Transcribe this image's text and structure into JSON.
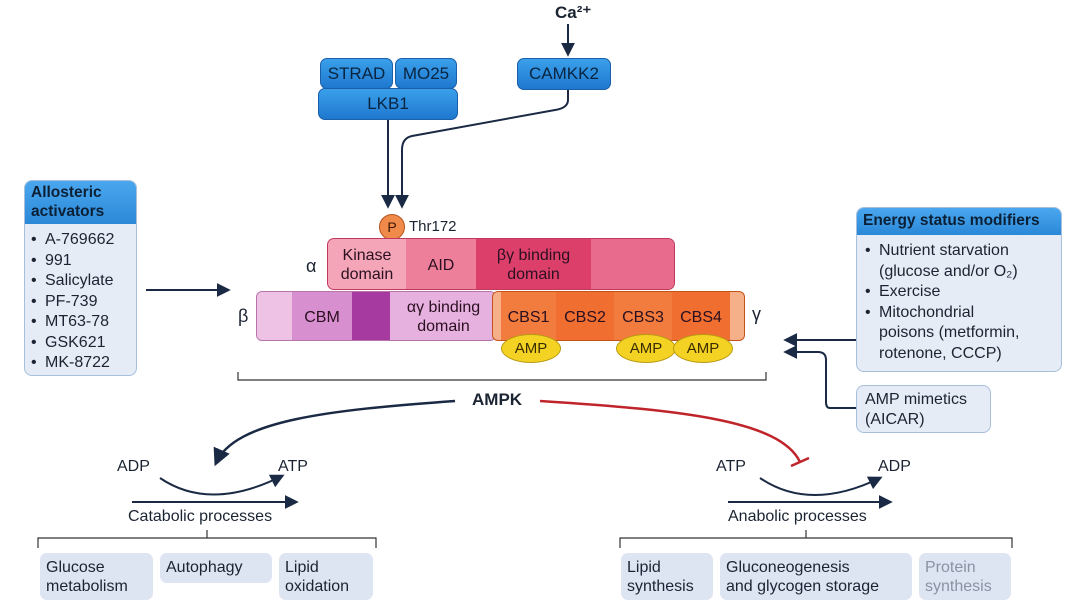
{
  "ca": {
    "label": "Ca²⁺"
  },
  "complex": {
    "strad": "STRAD",
    "mo25": "MO25",
    "lkb1": "LKB1",
    "camkk2": "CAMKK2"
  },
  "phospho": {
    "p": "P",
    "site": "Thr172"
  },
  "allosteric": {
    "title_line1": "Allosteric",
    "title_line2": "activators",
    "items": [
      "A-769662",
      "991",
      "Salicylate",
      "PF-739",
      "MT63-78",
      "GSK621",
      "MK-8722"
    ]
  },
  "energy": {
    "title": "Energy status modifiers",
    "items": [
      {
        "l1": "Nutrient starvation",
        "l2": "(glucose and/or O₂)"
      },
      {
        "l1": "Exercise",
        "l2": ""
      },
      {
        "l1": "Mitochondrial",
        "l2": "poisons (metformin,",
        "l3": "rotenone, CCCP)"
      }
    ]
  },
  "mimetics": {
    "line1": "AMP mimetics",
    "line2": "(AICAR)"
  },
  "subunits": {
    "alpha": "α",
    "beta": "β",
    "gamma": "γ"
  },
  "alpha_chain": {
    "kinase_l1": "Kinase",
    "kinase_l2": "domain",
    "aid": "AID",
    "by_l1": "βγ binding",
    "by_l2": "domain"
  },
  "beta_chain": {
    "cbm": "CBM",
    "ag_l1": "αγ binding",
    "ag_l2": "domain"
  },
  "gamma_chain": {
    "cbs": [
      "CBS1",
      "CBS2",
      "CBS3",
      "CBS4"
    ],
    "amp": "AMP"
  },
  "ampk": "AMPK",
  "catabolic": {
    "adp": "ADP",
    "atp": "ATP",
    "label": "Catabolic processes",
    "boxes": [
      [
        "Glucose",
        "metabolism"
      ],
      [
        "Autophagy",
        ""
      ],
      [
        "Lipid",
        "oxidation"
      ]
    ]
  },
  "anabolic": {
    "atp": "ATP",
    "adp": "ADP",
    "label": "Anabolic processes",
    "boxes": [
      [
        "Lipid",
        "synthesis"
      ],
      [
        "Gluconeogenesis",
        "and glycogen storage"
      ],
      [
        "Protein",
        "synthesis"
      ]
    ]
  },
  "colors": {
    "arrow": "#1b2a44",
    "inhibit": "#c0242b",
    "box_blue": "#2f8ee0"
  }
}
